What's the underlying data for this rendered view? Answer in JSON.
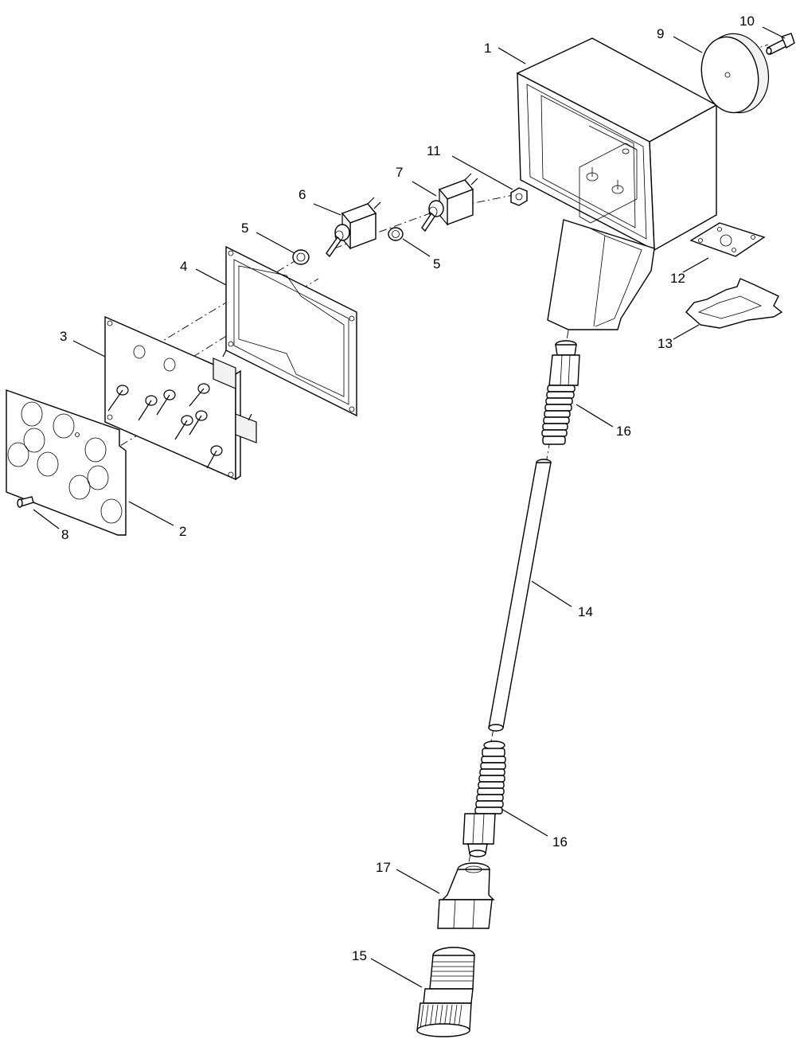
{
  "callouts": {
    "c1": "1",
    "c2": "2",
    "c3": "3",
    "c4": "4",
    "c5a": "5",
    "c5b": "5",
    "c6": "6",
    "c7": "7",
    "c8": "8",
    "c9": "9",
    "c10": "10",
    "c11": "11",
    "c12": "12",
    "c13": "13",
    "c14": "14",
    "c15": "15",
    "c16a": "16",
    "c16b": "16",
    "c17": "17"
  }
}
